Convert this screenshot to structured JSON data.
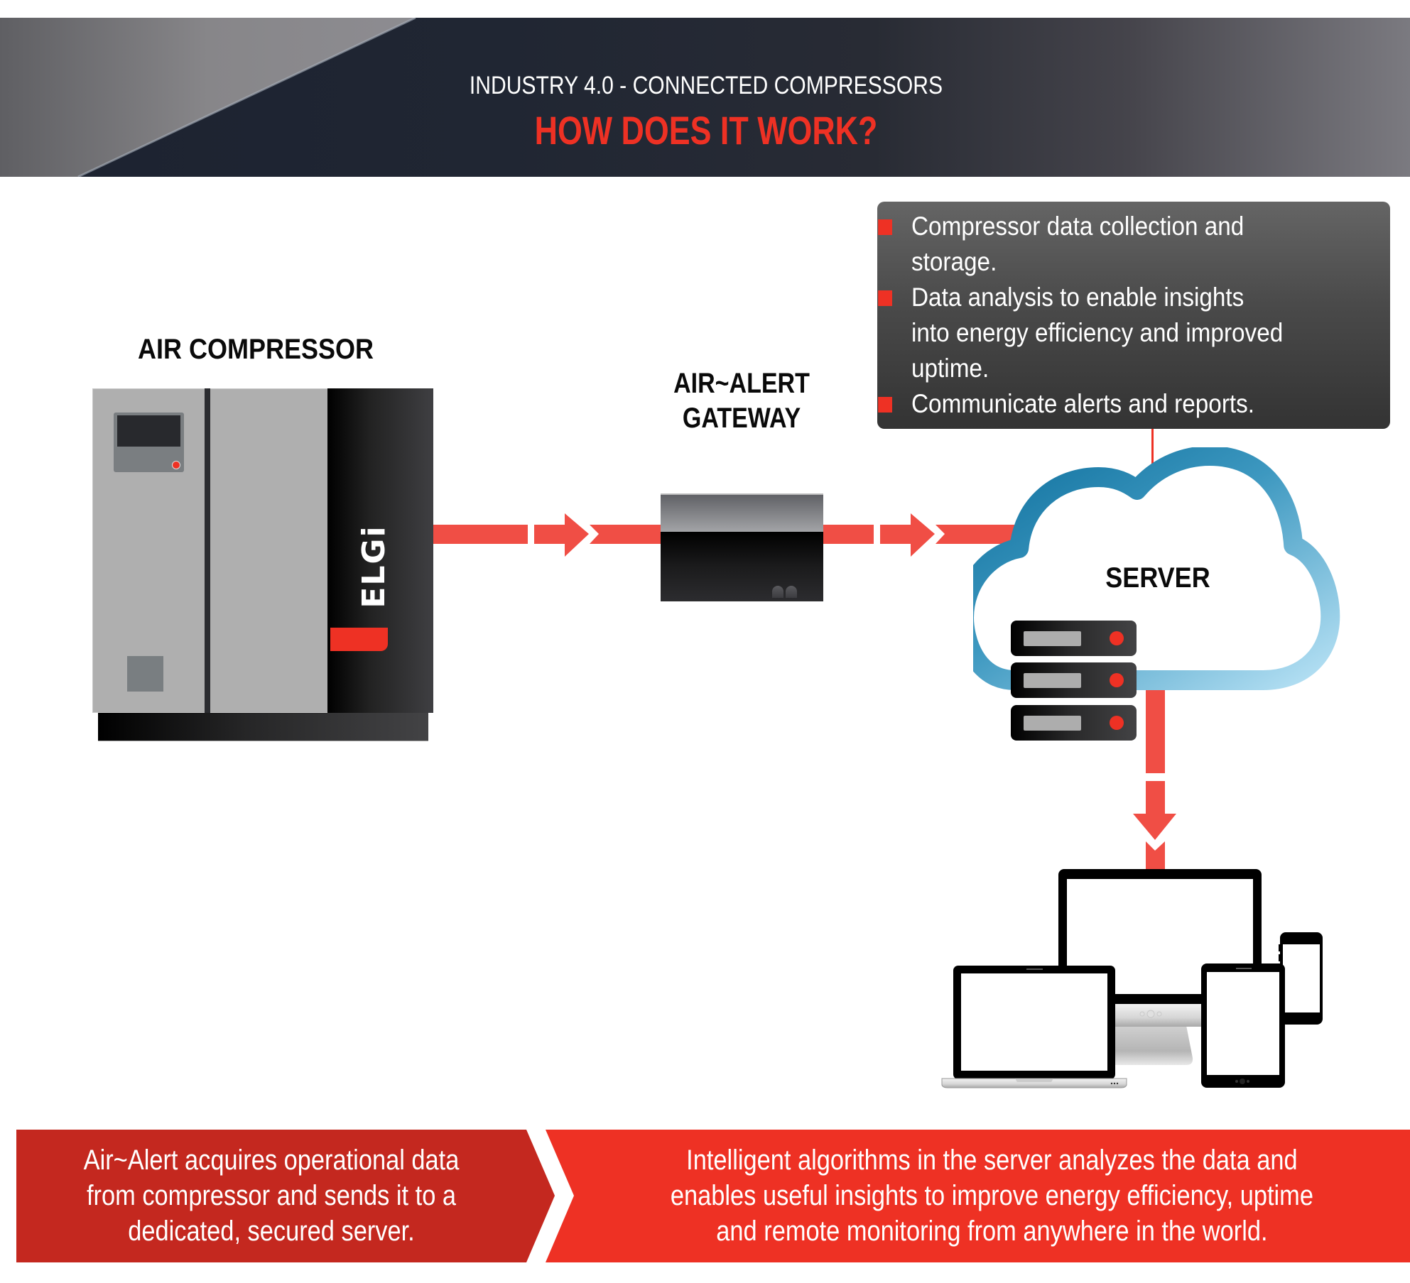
{
  "header": {
    "subtitle": "INDUSTRY 4.0 - CONNECTED COMPRESSORS",
    "title": "HOW DOES IT WORK?"
  },
  "colors": {
    "accent_red": "#ee3124",
    "arrow_red": "#f04e45",
    "banner_left": "#c4281f",
    "banner_right": "#ee3124",
    "cloud_dark": "#0d74a2",
    "cloud_light": "#b5e0f3",
    "header_dark": "#202633"
  },
  "nodes": {
    "compressor": {
      "label": "AIR COMPRESSOR",
      "brand": "ELGi",
      "icon": "air-compressor-icon"
    },
    "gateway": {
      "label_line1": "AIR~ALERT",
      "label_line2": "GATEWAY",
      "icon": "gateway-device-icon"
    },
    "server": {
      "label": "SERVER",
      "icon": "cloud-server-icon",
      "rack_units": 3
    },
    "devices": {
      "icon": "devices-icon",
      "items": [
        "laptop",
        "desktop-monitor",
        "tablet",
        "smartphone"
      ]
    }
  },
  "server_functions": [
    {
      "line1": "Compressor data collection and",
      "line2": "storage."
    },
    {
      "line1": "Data analysis to enable insights",
      "line2": "into energy efficiency and improved",
      "line3": "uptime."
    },
    {
      "line1": "Communicate alerts and reports."
    }
  ],
  "flow": [
    "compressor",
    "gateway",
    "server",
    "devices"
  ],
  "banner": {
    "left": {
      "line1": "Air~Alert acquires operational data",
      "line2": "from compressor and sends it to a",
      "line3": "dedicated, secured server."
    },
    "right": {
      "line1": "Intelligent algorithms in the server analyzes the data and",
      "line2": "enables useful insights to improve energy efficiency, uptime",
      "line3": "and remote monitoring from anywhere in the world."
    }
  }
}
